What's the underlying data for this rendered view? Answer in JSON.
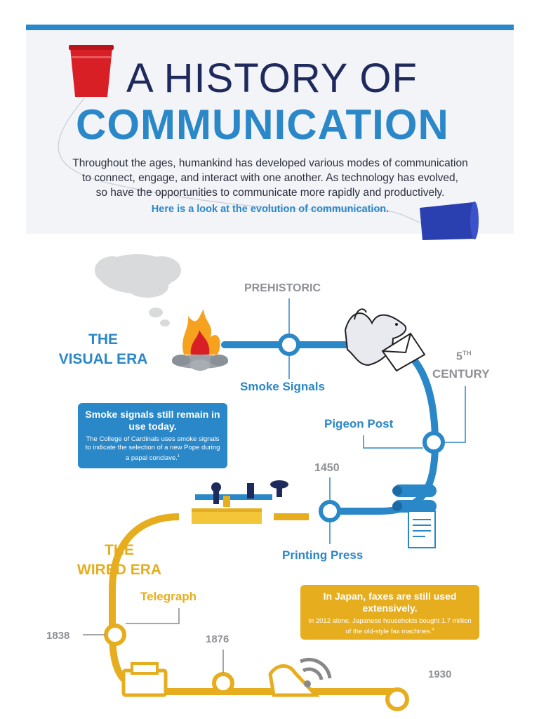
{
  "header": {
    "title_line1": "A HISTORY OF",
    "title_line2": "COMMUNICATION",
    "intro_line1": "Throughout the ages, humankind has developed various modes of communication",
    "intro_line2": "to connect, engage, and interact with one another. As technology has evolved,",
    "intro_line3": "so have the opportunities to communicate more rapidly and productively.",
    "lead": "Here is a look at the evolution of communication."
  },
  "eras": {
    "visual_line1": "THE",
    "visual_line2": "VISUAL ERA",
    "wired_line1": "THE",
    "wired_line2": "WIRED ERA"
  },
  "timeline": {
    "prehistoric": "PREHISTORIC",
    "smoke_signals": "Smoke Signals",
    "century_num": "5",
    "century_sup": "TH",
    "century_word": "CENTURY",
    "pigeon_post": "Pigeon Post",
    "year_1450": "1450",
    "printing_press": "Printing Press",
    "telegraph": "Telegraph",
    "year_1838": "1838",
    "year_1876": "1876",
    "year_1930": "1930"
  },
  "callouts": {
    "smoke_heading": "Smoke signals still remain in use today.",
    "smoke_body": "The College of Cardinals uses smoke signals to indicate the selection of a new Pope during a papal conclave.",
    "smoke_footnote": "1",
    "fax_heading": "In Japan, faxes are still used extensively.",
    "fax_body": "In 2012 alone, Japanese households bought 1.7 million of the old-style fax machines.",
    "fax_footnote": "4"
  },
  "colors": {
    "blue": "#2a87c8",
    "yellow": "#e6ae1e",
    "navy": "#1f2a5c",
    "gray": "#8f9196",
    "cup_red": "#d81f26",
    "cup_blue": "#2a3fb0"
  }
}
